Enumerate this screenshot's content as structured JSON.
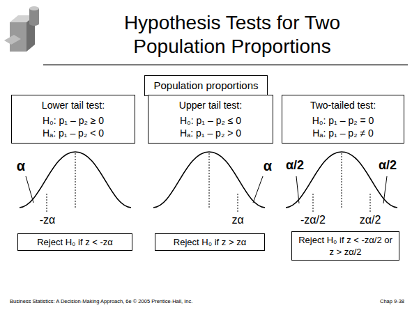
{
  "diagram": {
    "title": "Hypothesis Tests for Two Population Proportions",
    "nodes": [
      {
        "text": [
          "Population proportions"
        ]
      },
      {
        "text": [
          "Lower tail test:",
          "H₀: p₁ – p₂ ≥ 0",
          "Hₐ: p₁ – p₂ < 0"
        ]
      },
      {
        "text": [
          "Upper tail test:",
          "H₀: p₁ – p₂ ≤ 0",
          "Hₐ: p₁ – p₂ > 0"
        ]
      },
      {
        "text": [
          "Two-tailed test:",
          "H₀: p₁ – p₂ = 0",
          "Hₐ: p₁ – p₂ ≠ 0"
        ]
      },
      {
        "text": [
          "Reject H₀ if z < -zα"
        ]
      },
      {
        "text": [
          "Reject H₀ if z > zα"
        ]
      },
      {
        "text": [
          "Reject H₀ if z < -zα/2 or z > zα/2"
        ]
      }
    ],
    "labels": [
      "α",
      "-zα",
      "α",
      "zα",
      "α/2",
      "α/2",
      "-zα/2",
      "zα/2",
      "Business Statistics: A Decision-Making Approach, 6e © 2005 Prentice-Hall, Inc.",
      "Chap 9-38"
    ]
  }
}
